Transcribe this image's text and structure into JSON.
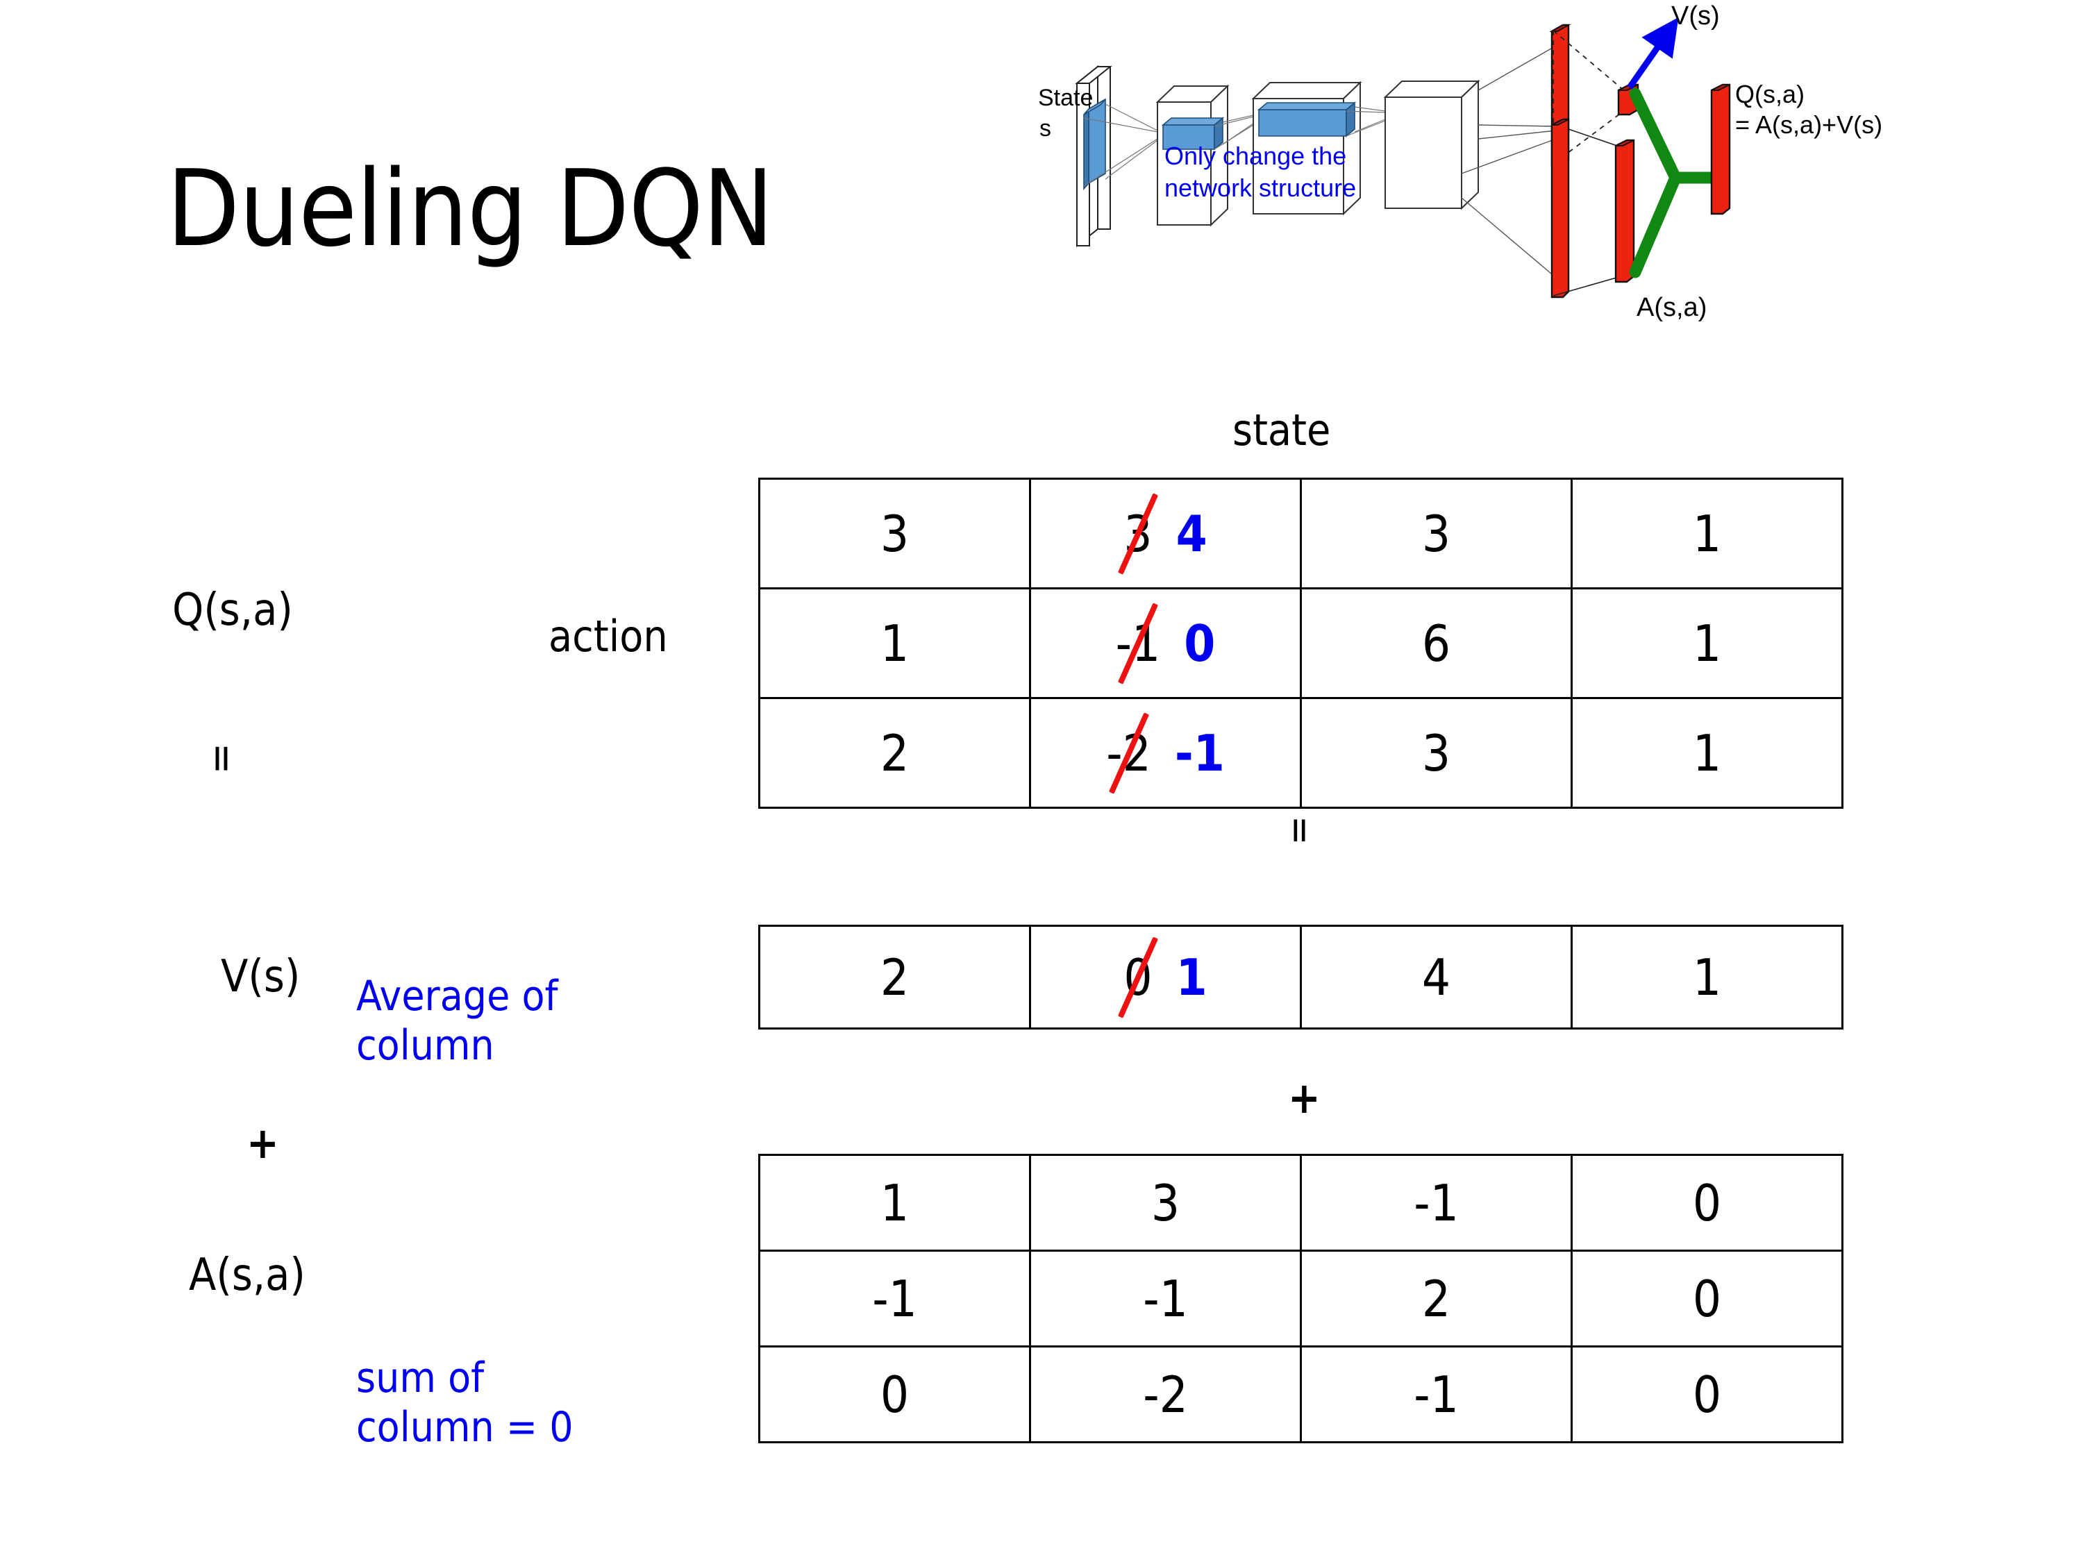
{
  "title": "Dueling DQN",
  "diagram": {
    "state_label_line1": "State",
    "state_label_line2": "s",
    "note_line1": "Only change the",
    "note_line2": "network structure",
    "v_label": "V(s)",
    "a_label": "A(s,a)",
    "q_label_line1": "Q(s,a)",
    "q_label_line2": "= A(s,a)+V(s)",
    "colors": {
      "note": "#0000ee",
      "arrow": "#0000ee",
      "combine": "#118811",
      "bars": "#ee2211",
      "conv": "#5b9bd5"
    }
  },
  "labels": {
    "state": "state",
    "action": "action",
    "q": "Q(s,a)",
    "v": "V(s)",
    "a": "A(s,a)",
    "equals": "=",
    "plus": "+",
    "note_avg_line1": "Average of",
    "note_avg_line2": "column",
    "note_sum_line1": "sum of",
    "note_sum_line2": "column = 0"
  },
  "chart_data": {
    "type": "table",
    "title": "Dueling DQN: Q(s,a) = V(s) + A(s,a)",
    "column_axis": "state",
    "row_axis": "action",
    "annotation_colors": {
      "old": "#000000",
      "strike": "#ee1111",
      "new": "#0000ee"
    },
    "tables": [
      {
        "name": "Q(s,a)",
        "rows": 3,
        "cols": 4,
        "values": [
          [
            "3",
            "3",
            "3",
            "1"
          ],
          [
            "1",
            "-1",
            "6",
            "1"
          ],
          [
            "2",
            "-2",
            "3",
            "1"
          ]
        ],
        "edits": [
          {
            "row": 0,
            "col": 1,
            "old": "3",
            "new": "4"
          },
          {
            "row": 1,
            "col": 1,
            "old": "-1",
            "new": "0"
          },
          {
            "row": 2,
            "col": 1,
            "old": "-2",
            "new": "-1"
          }
        ]
      },
      {
        "name": "V(s)",
        "rows": 1,
        "cols": 4,
        "values": [
          [
            "2",
            "0",
            "4",
            "1"
          ]
        ],
        "edits": [
          {
            "row": 0,
            "col": 1,
            "old": "0",
            "new": "1"
          }
        ]
      },
      {
        "name": "A(s,a)",
        "rows": 3,
        "cols": 4,
        "values": [
          [
            "1",
            "3",
            "-1",
            "0"
          ],
          [
            "-1",
            "-1",
            "2",
            "0"
          ],
          [
            "0",
            "-2",
            "-1",
            "0"
          ]
        ],
        "edits": []
      }
    ],
    "operators": [
      {
        "between": [
          "Q(s,a)",
          "V(s)"
        ],
        "symbol": "="
      },
      {
        "between": [
          "V(s)",
          "A(s,a)"
        ],
        "symbol": "+"
      }
    ]
  }
}
